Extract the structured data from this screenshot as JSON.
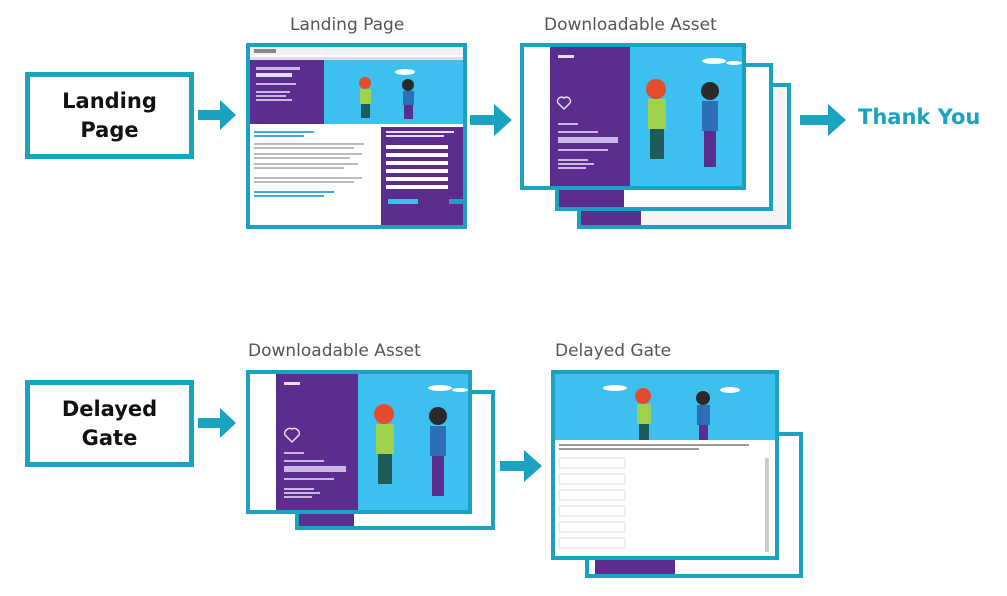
{
  "top_flow": {
    "start_label": "Landing\nPage",
    "step1_caption": "Landing Page",
    "step2_caption": "Downloadable Asset",
    "end_label": "Thank You"
  },
  "bottom_flow": {
    "start_label": "Delayed\nGate",
    "step1_caption": "Downloadable Asset",
    "step2_caption": "Delayed Gate"
  },
  "colors": {
    "accent": "#1aa3c0",
    "purple": "#5b2d8e",
    "sky": "#3dbfef"
  }
}
